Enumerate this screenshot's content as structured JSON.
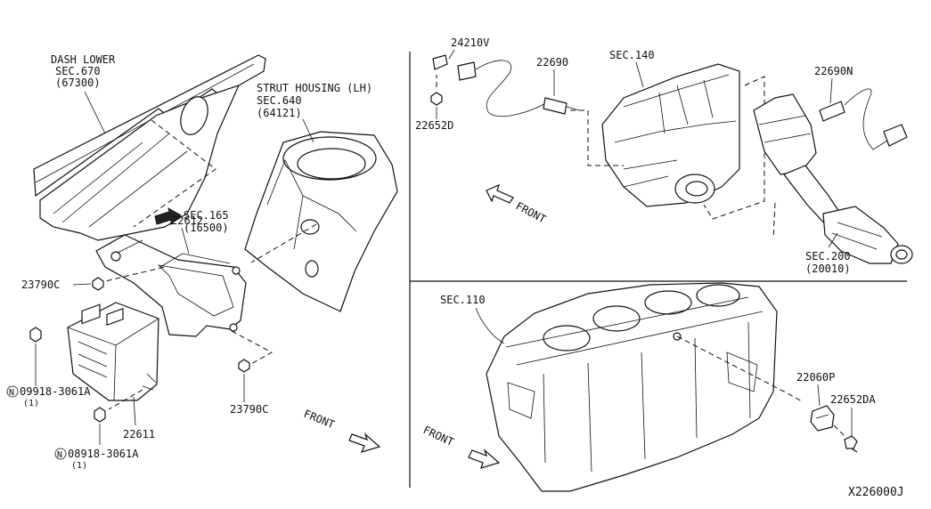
{
  "diagram_id": "X226000J",
  "colors": {
    "line": "#111111",
    "background": "#ffffff"
  },
  "left_panel": {
    "dash_lower": {
      "name": "DASH LOWER",
      "sec": "SEC.670",
      "code": "(67300)"
    },
    "strut_housing": {
      "name": "STRUT HOUSING (LH)",
      "sec": "SEC.640",
      "code": "(64121)"
    },
    "sec_165": {
      "sec": "SEC.165",
      "code": "(16500)"
    },
    "parts": {
      "bracket": "22612",
      "ecm": "22611",
      "nut_upper_left": "23790C",
      "nut_lower_right": "23790C",
      "bolt_a": {
        "badge": "N",
        "number": "09918-3061A",
        "qty": "(1)"
      },
      "bolt_b": {
        "badge": "N",
        "number": "08918-3061A",
        "qty": "(1)"
      }
    },
    "front": "FRONT"
  },
  "right_top_panel": {
    "clip": "24210V",
    "bolt": "22652D",
    "front_sensor": "22690",
    "rear_sensor": "22690N",
    "manifold_sec": "SEC.140",
    "catalyst": {
      "sec": "SEC.200",
      "code": "(20010)"
    },
    "front": "FRONT"
  },
  "right_bottom_panel": {
    "block_sec": "SEC.110",
    "sensor": "22060P",
    "bolt": "22652DA",
    "front": "FRONT"
  }
}
